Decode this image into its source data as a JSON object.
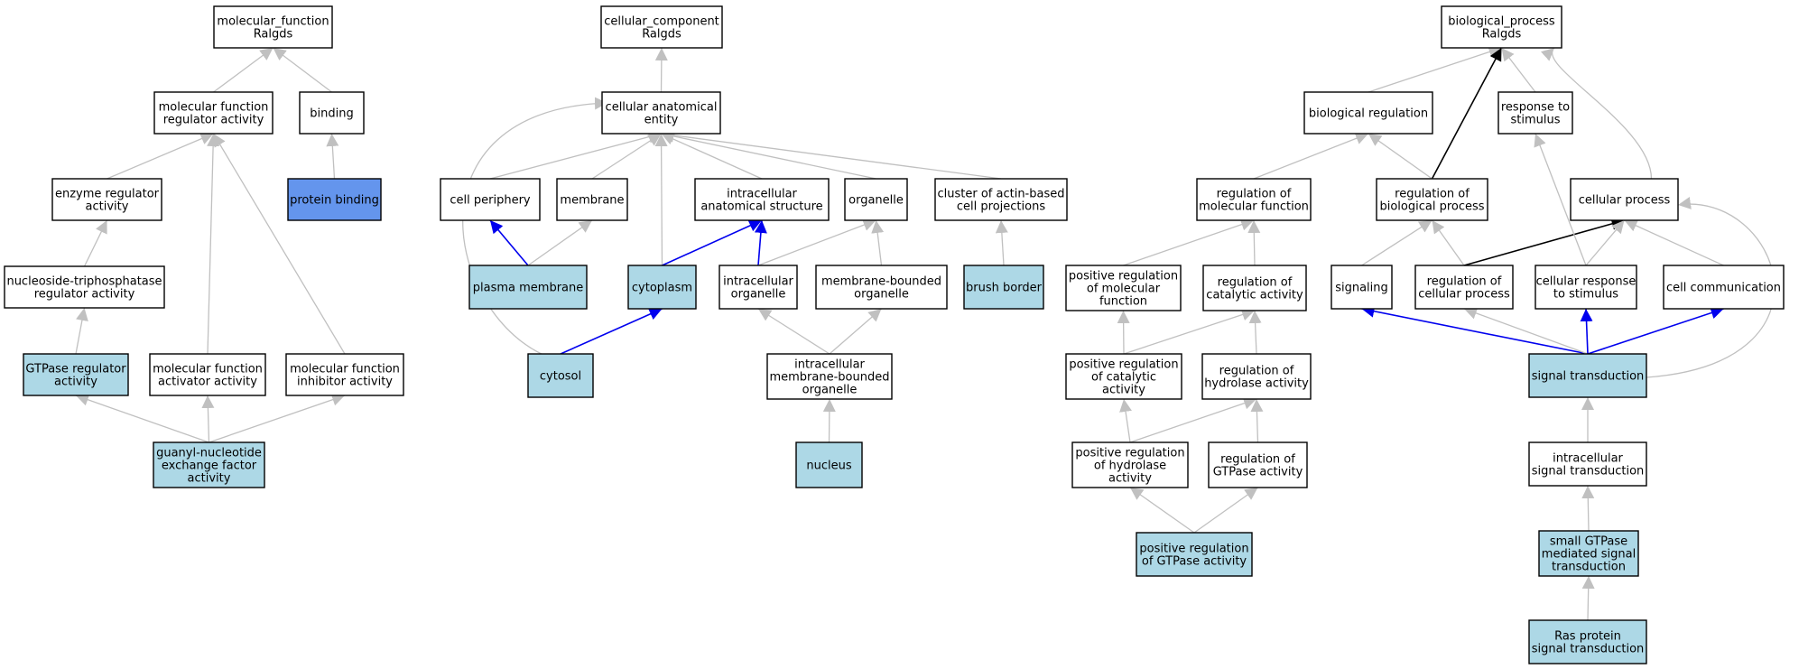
{
  "colors": {
    "node_default": "#ffffff",
    "node_annotated": "#add8e6",
    "node_direct": "#6495ed",
    "edge_is_a": "#c0c0c0",
    "edge_part_of": "#0000ee",
    "edge_regulates": "#000000"
  },
  "nodes": {
    "mf_root": {
      "lines": [
        "molecular_function",
        "Ralgds"
      ],
      "kind": "default"
    },
    "mf_reg": {
      "lines": [
        "molecular function",
        "regulator activity"
      ],
      "kind": "default"
    },
    "binding": {
      "lines": [
        "binding"
      ],
      "kind": "default"
    },
    "enzyme_reg": {
      "lines": [
        "enzyme regulator",
        "activity"
      ],
      "kind": "default"
    },
    "protein_binding": {
      "lines": [
        "protein binding"
      ],
      "kind": "direct"
    },
    "ntpase_reg": {
      "lines": [
        "nucleoside-triphosphatase",
        "regulator activity"
      ],
      "kind": "default"
    },
    "gtpase_reg": {
      "lines": [
        "GTPase regulator",
        "activity"
      ],
      "kind": "annotated"
    },
    "mf_activator": {
      "lines": [
        "molecular function",
        "activator activity"
      ],
      "kind": "default"
    },
    "mf_inhibitor": {
      "lines": [
        "molecular function",
        "inhibitor activity"
      ],
      "kind": "default"
    },
    "gef": {
      "lines": [
        "guanyl-nucleotide",
        "exchange factor",
        "activity"
      ],
      "kind": "annotated"
    },
    "cc_root": {
      "lines": [
        "cellular_component",
        "Ralgds"
      ],
      "kind": "default"
    },
    "cae": {
      "lines": [
        "cellular anatomical",
        "entity"
      ],
      "kind": "default"
    },
    "cell_periphery": {
      "lines": [
        "cell periphery"
      ],
      "kind": "default"
    },
    "membrane": {
      "lines": [
        "membrane"
      ],
      "kind": "default"
    },
    "ias": {
      "lines": [
        "intracellular",
        "anatomical structure"
      ],
      "kind": "default"
    },
    "organelle": {
      "lines": [
        "organelle"
      ],
      "kind": "default"
    },
    "actin_cluster": {
      "lines": [
        "cluster of actin-based",
        "cell projections"
      ],
      "kind": "default"
    },
    "plasma_membrane": {
      "lines": [
        "plasma membrane"
      ],
      "kind": "annotated"
    },
    "cytoplasm": {
      "lines": [
        "cytoplasm"
      ],
      "kind": "annotated"
    },
    "intra_org": {
      "lines": [
        "intracellular",
        "organelle"
      ],
      "kind": "default"
    },
    "mb_org": {
      "lines": [
        "membrane-bounded",
        "organelle"
      ],
      "kind": "default"
    },
    "brush_border": {
      "lines": [
        "brush border"
      ],
      "kind": "annotated"
    },
    "cytosol": {
      "lines": [
        "cytosol"
      ],
      "kind": "annotated"
    },
    "imbo": {
      "lines": [
        "intracellular",
        "membrane-bounded",
        "organelle"
      ],
      "kind": "default"
    },
    "nucleus": {
      "lines": [
        "nucleus"
      ],
      "kind": "annotated"
    },
    "bp_root": {
      "lines": [
        "biological_process",
        "Ralgds"
      ],
      "kind": "default"
    },
    "bio_reg": {
      "lines": [
        "biological regulation"
      ],
      "kind": "default"
    },
    "resp_stim": {
      "lines": [
        "response to",
        "stimulus"
      ],
      "kind": "default"
    },
    "reg_mf": {
      "lines": [
        "regulation of",
        "molecular function"
      ],
      "kind": "default"
    },
    "reg_bp": {
      "lines": [
        "regulation of",
        "biological process"
      ],
      "kind": "default"
    },
    "cell_proc": {
      "lines": [
        "cellular process"
      ],
      "kind": "default"
    },
    "pos_reg_mf": {
      "lines": [
        "positive regulation",
        "of molecular",
        "function"
      ],
      "kind": "default"
    },
    "reg_cat": {
      "lines": [
        "regulation of",
        "catalytic activity"
      ],
      "kind": "default"
    },
    "signaling": {
      "lines": [
        "signaling"
      ],
      "kind": "default"
    },
    "reg_cp": {
      "lines": [
        "regulation of",
        "cellular process"
      ],
      "kind": "default"
    },
    "cell_resp": {
      "lines": [
        "cellular response",
        "to stimulus"
      ],
      "kind": "default"
    },
    "cell_comm": {
      "lines": [
        "cell communication"
      ],
      "kind": "default"
    },
    "pos_reg_cat": {
      "lines": [
        "positive regulation",
        "of catalytic",
        "activity"
      ],
      "kind": "default"
    },
    "reg_hyd": {
      "lines": [
        "regulation of",
        "hydrolase activity"
      ],
      "kind": "default"
    },
    "sig_trans": {
      "lines": [
        "signal transduction"
      ],
      "kind": "annotated"
    },
    "pos_reg_hyd": {
      "lines": [
        "positive regulation",
        "of hydrolase",
        "activity"
      ],
      "kind": "default"
    },
    "reg_gtp": {
      "lines": [
        "regulation of",
        "GTPase activity"
      ],
      "kind": "default"
    },
    "intra_sig": {
      "lines": [
        "intracellular",
        "signal transduction"
      ],
      "kind": "default"
    },
    "pos_reg_gtp": {
      "lines": [
        "positive regulation",
        "of GTPase activity"
      ],
      "kind": "annotated"
    },
    "small_gtp": {
      "lines": [
        "small GTPase",
        "mediated signal",
        "transduction"
      ],
      "kind": "annotated"
    },
    "ras": {
      "lines": [
        "Ras protein",
        "signal transduction"
      ],
      "kind": "annotated"
    }
  },
  "edges": [
    {
      "from": "mf_reg",
      "to": "mf_root",
      "type": "is_a"
    },
    {
      "from": "binding",
      "to": "mf_root",
      "type": "is_a"
    },
    {
      "from": "enzyme_reg",
      "to": "mf_reg",
      "type": "is_a"
    },
    {
      "from": "mf_activator",
      "to": "mf_reg",
      "type": "is_a"
    },
    {
      "from": "mf_inhibitor",
      "to": "mf_reg",
      "type": "is_a"
    },
    {
      "from": "protein_binding",
      "to": "binding",
      "type": "is_a"
    },
    {
      "from": "ntpase_reg",
      "to": "enzyme_reg",
      "type": "is_a"
    },
    {
      "from": "gtpase_reg",
      "to": "ntpase_reg",
      "type": "is_a"
    },
    {
      "from": "gef",
      "to": "gtpase_reg",
      "type": "is_a"
    },
    {
      "from": "gef",
      "to": "mf_activator",
      "type": "is_a"
    },
    {
      "from": "gef",
      "to": "mf_inhibitor",
      "type": "is_a"
    },
    {
      "from": "cae",
      "to": "cc_root",
      "type": "is_a"
    },
    {
      "from": "cell_periphery",
      "to": "cae",
      "type": "is_a"
    },
    {
      "from": "membrane",
      "to": "cae",
      "type": "is_a"
    },
    {
      "from": "ias",
      "to": "cae",
      "type": "is_a"
    },
    {
      "from": "organelle",
      "to": "cae",
      "type": "is_a"
    },
    {
      "from": "actin_cluster",
      "to": "cae",
      "type": "is_a"
    },
    {
      "from": "cytoplasm",
      "to": "cae",
      "type": "is_a"
    },
    {
      "from": "cytosol",
      "to": "cae",
      "type": "is_a",
      "curve": "left"
    },
    {
      "from": "plasma_membrane",
      "to": "cell_periphery",
      "type": "part_of"
    },
    {
      "from": "plasma_membrane",
      "to": "membrane",
      "type": "is_a"
    },
    {
      "from": "cytoplasm",
      "to": "ias",
      "type": "part_of"
    },
    {
      "from": "intra_org",
      "to": "ias",
      "type": "part_of"
    },
    {
      "from": "intra_org",
      "to": "organelle",
      "type": "is_a"
    },
    {
      "from": "mb_org",
      "to": "organelle",
      "type": "is_a"
    },
    {
      "from": "brush_border",
      "to": "actin_cluster",
      "type": "is_a"
    },
    {
      "from": "cytosol",
      "to": "cytoplasm",
      "type": "part_of"
    },
    {
      "from": "imbo",
      "to": "intra_org",
      "type": "is_a"
    },
    {
      "from": "imbo",
      "to": "mb_org",
      "type": "is_a"
    },
    {
      "from": "nucleus",
      "to": "imbo",
      "type": "is_a"
    },
    {
      "from": "bio_reg",
      "to": "bp_root",
      "type": "is_a"
    },
    {
      "from": "reg_bp",
      "to": "bp_root",
      "type": "regulates"
    },
    {
      "from": "resp_stim",
      "to": "bp_root",
      "type": "is_a"
    },
    {
      "from": "cell_proc",
      "to": "bp_root",
      "type": "is_a",
      "curve": "up"
    },
    {
      "from": "reg_mf",
      "to": "bio_reg",
      "type": "is_a"
    },
    {
      "from": "reg_bp",
      "to": "bio_reg",
      "type": "is_a"
    },
    {
      "from": "pos_reg_mf",
      "to": "reg_mf",
      "type": "is_a"
    },
    {
      "from": "reg_cat",
      "to": "reg_mf",
      "type": "is_a"
    },
    {
      "from": "signaling",
      "to": "reg_bp",
      "type": "is_a"
    },
    {
      "from": "reg_cp",
      "to": "reg_bp",
      "type": "is_a"
    },
    {
      "from": "reg_cp",
      "to": "cell_proc",
      "type": "regulates"
    },
    {
      "from": "cell_resp",
      "to": "cell_proc",
      "type": "is_a"
    },
    {
      "from": "cell_resp",
      "to": "resp_stim",
      "type": "is_a"
    },
    {
      "from": "cell_comm",
      "to": "cell_proc",
      "type": "is_a"
    },
    {
      "from": "pos_reg_cat",
      "to": "pos_reg_mf",
      "type": "is_a"
    },
    {
      "from": "pos_reg_cat",
      "to": "reg_cat",
      "type": "is_a"
    },
    {
      "from": "reg_hyd",
      "to": "reg_cat",
      "type": "is_a"
    },
    {
      "from": "pos_reg_hyd",
      "to": "pos_reg_cat",
      "type": "is_a"
    },
    {
      "from": "pos_reg_hyd",
      "to": "reg_hyd",
      "type": "is_a"
    },
    {
      "from": "reg_gtp",
      "to": "reg_hyd",
      "type": "is_a"
    },
    {
      "from": "pos_reg_gtp",
      "to": "pos_reg_hyd",
      "type": "is_a"
    },
    {
      "from": "pos_reg_gtp",
      "to": "reg_gtp",
      "type": "is_a"
    },
    {
      "from": "sig_trans",
      "to": "signaling",
      "type": "part_of"
    },
    {
      "from": "sig_trans",
      "to": "reg_cp",
      "type": "is_a"
    },
    {
      "from": "sig_trans",
      "to": "cell_resp",
      "type": "part_of"
    },
    {
      "from": "sig_trans",
      "to": "cell_comm",
      "type": "part_of"
    },
    {
      "from": "sig_trans",
      "to": "cell_proc",
      "type": "is_a",
      "curve": "right"
    },
    {
      "from": "intra_sig",
      "to": "sig_trans",
      "type": "is_a"
    },
    {
      "from": "small_gtp",
      "to": "intra_sig",
      "type": "is_a"
    },
    {
      "from": "ras",
      "to": "small_gtp",
      "type": "is_a"
    }
  ]
}
